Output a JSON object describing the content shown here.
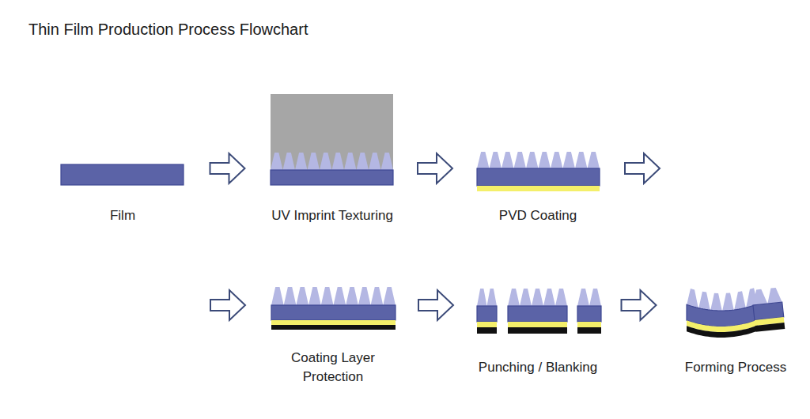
{
  "diagram": {
    "title": "Thin Film Production Process Flowchart",
    "nodes": [
      {
        "text": [
          "Film"
        ]
      },
      {
        "text": [
          "UV Imprint Texturing"
        ]
      },
      {
        "text": [
          "PVD Coating"
        ]
      },
      {
        "text": [
          "Coating Layer Protection"
        ]
      },
      {
        "text": [
          "Punching / Blanking"
        ]
      },
      {
        "text": [
          "Forming Process"
        ]
      }
    ],
    "edges": [
      {
        "from": 0,
        "to": 1,
        "arrow": "to"
      },
      {
        "from": 1,
        "to": 2,
        "arrow": "to"
      },
      {
        "from": 2,
        "to": 3,
        "arrow": "to"
      },
      {
        "from": 3,
        "to": 4,
        "arrow": "to"
      },
      {
        "from": 4,
        "to": 5,
        "arrow": "to"
      }
    ]
  }
}
